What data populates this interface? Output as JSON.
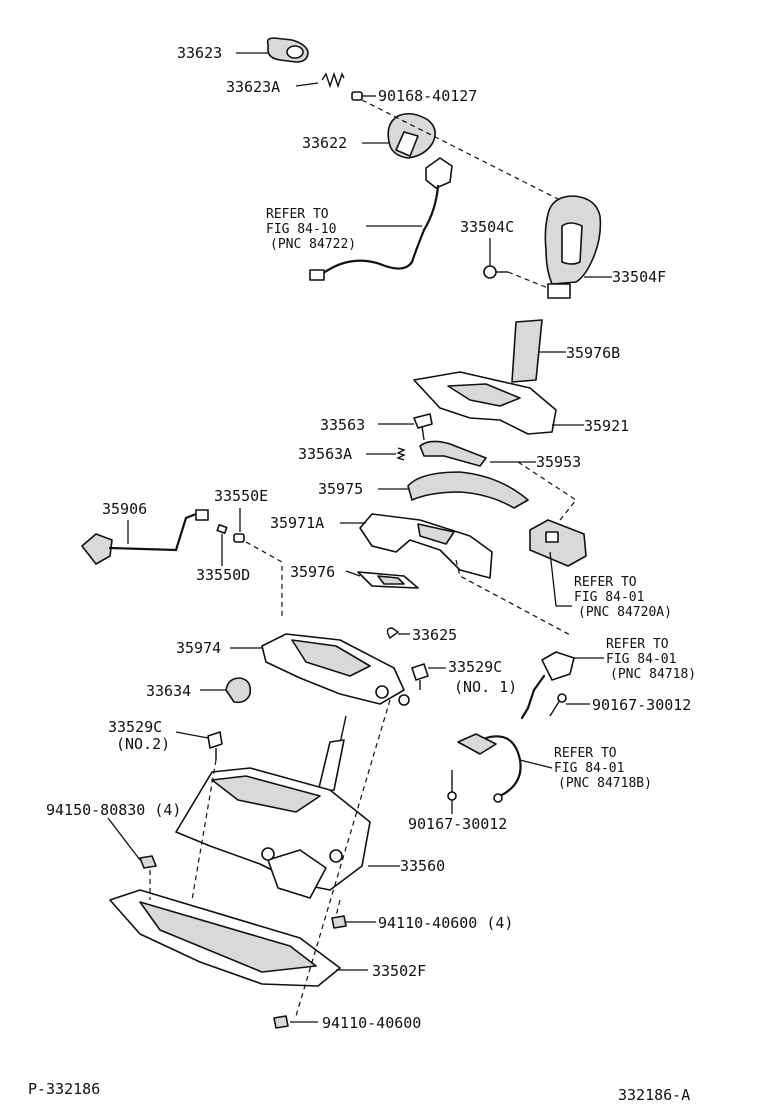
{
  "diagram": {
    "labels": {
      "p33623": "33623",
      "p33623a": "33623A",
      "p90168_40127": "90168-40127",
      "p33622": "33622",
      "ref1_line1": "REFER TO",
      "ref1_line2": "FIG 84-10",
      "ref1_line3": "(PNC 84722)",
      "p33504c": "33504C",
      "p33504f": "33504F",
      "p35976b": "35976B",
      "p33563": "33563",
      "p35921": "35921",
      "p33563a": "33563A",
      "p35953": "35953",
      "p35975": "35975",
      "p35906": "35906",
      "p33550e": "33550E",
      "p35971a": "35971A",
      "p33550d": "33550D",
      "p35976": "35976",
      "ref2_line1": "REFER TO",
      "ref2_line2": "FIG 84-01",
      "ref2_line3": "(PNC 84720A)",
      "p33625": "33625",
      "ref3_line1": "REFER TO",
      "ref3_line2": "FIG 84-01",
      "ref3_line3": "(PNC 84718)",
      "p35974": "35974",
      "p33529c_no1": "33529C",
      "no1": "(NO. 1)",
      "p33634": "33634",
      "p90167_30012_a": "90167-30012",
      "p33529c_no2": "33529C",
      "no2": "(NO.2)",
      "ref4_line1": "REFER TO",
      "ref4_line2": "FIG 84-01",
      "ref4_line3": "(PNC 84718B)",
      "p94150_80830": "94150-80830 (4)",
      "p90167_30012_b": "90167-30012",
      "p33560": "33560",
      "p94110_40600_4": "94110-40600 (4)",
      "p33502f": "33502F",
      "p94110_40600": "94110-40600"
    },
    "footer_left": "P-332186",
    "footer_right": "332186-A"
  }
}
